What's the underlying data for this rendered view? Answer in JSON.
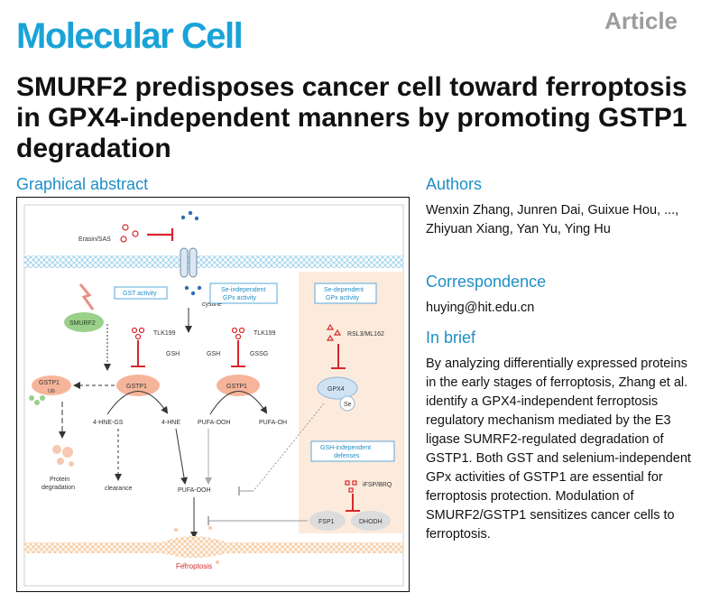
{
  "header": {
    "journal": "Molecular Cell",
    "article_type": "Article"
  },
  "title": "SMURF2 predisposes cancer cell toward ferroptosis in GPX4-independent manners by promoting GSTP1 degradation",
  "graphical_abstract": {
    "heading": "Graphical abstract",
    "labels": {
      "erasin": "Erasin/SAS",
      "cystine": "cystine",
      "gst_activity": "GST activity",
      "se_indep_1": "Se-independent",
      "se_indep_2": "GPx  activity",
      "se_dep_1": "Se-dependent",
      "se_dep_2": "GPx  activity",
      "smurf2": "SMURF2",
      "tlk199_a": "TLK199",
      "tlk199_b": "TLK199",
      "rsl3": "RSL3/ML162",
      "gsh_a": "GSH",
      "gsh_b": "GSH",
      "gssg": "GSSG",
      "gstp1_ub": "GSTP1",
      "ub": "Ub",
      "gstp1_a": "GSTP1",
      "gstp1_b": "GSTP1",
      "gpx4": "GPX4",
      "se": "Se",
      "hne_gs": "4-HNE-GS",
      "hne": "4-HNE",
      "pufa_ooh": "PUFA-OOH",
      "pufa_oh": "PUFA-OH",
      "gsh_indep_1": "GSH-independent",
      "gsh_indep_2": "defenses",
      "ifsp": "iFSP/BRQ",
      "prot_deg_1": "Protein",
      "prot_deg_2": "degradation",
      "clearance": "clearance",
      "pufa_ooh_center": "PUFA-OOH",
      "fsp1": "FSP1",
      "dhodh": "DHODH",
      "ferroptosis": "Ferroptosis"
    }
  },
  "authors": {
    "heading": "Authors",
    "text": "Wenxin Zhang, Junren Dai, Guixue Hou, ..., Zhiyuan Xiang, Yan Yu, Ying Hu"
  },
  "correspondence": {
    "heading": "Correspondence",
    "email": "huying@hit.edu.cn"
  },
  "in_brief": {
    "heading": "In brief",
    "text": "By analyzing differentially expressed proteins in the early stages of ferroptosis, Zhang et al. identify a GPX4-independent ferroptosis regulatory mechanism mediated by the E3 ligase SUMRF2-regulated degradation of GSTP1. Both GST and selenium-independent GPx activities of GSTP1 are essential for ferroptosis protection. Modulation of SMURF2/GSTP1 sensitizes cancer cells to ferroptosis."
  },
  "colors": {
    "journal_blue": "#1aa3d8",
    "heading_blue": "#1e8fc6",
    "inhibitor_red": "#d8262b",
    "membrane_blue": "#9fd3ee",
    "gstp1_fill": "#f6b59a",
    "smurf2_fill": "#9ad08a",
    "gpx4_fill": "#cfe3f4",
    "panel_tint": "#fcebdd"
  }
}
